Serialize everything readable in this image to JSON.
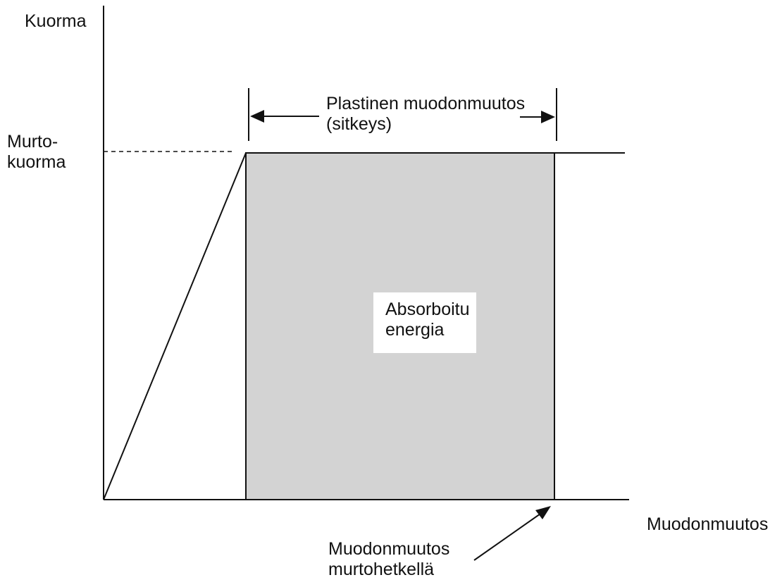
{
  "diagram": {
    "y_axis_label": "Kuorma",
    "x_axis_label": "Muodonmuutos",
    "breaking_load_label": [
      "Murto-",
      "kuorma"
    ],
    "plastic_deformation_label": [
      "Plastinen muodonmuutos",
      "(sitkeys)"
    ],
    "absorbed_energy_label": [
      "Absorboitu",
      "energia"
    ],
    "deformation_at_break_label": [
      "Muodonmuutos",
      "murtohetkellä"
    ]
  },
  "colors": {
    "line": "#111111",
    "energy_area": "#d3d3d3",
    "label_box": "#ffffff",
    "background": "#ffffff"
  }
}
